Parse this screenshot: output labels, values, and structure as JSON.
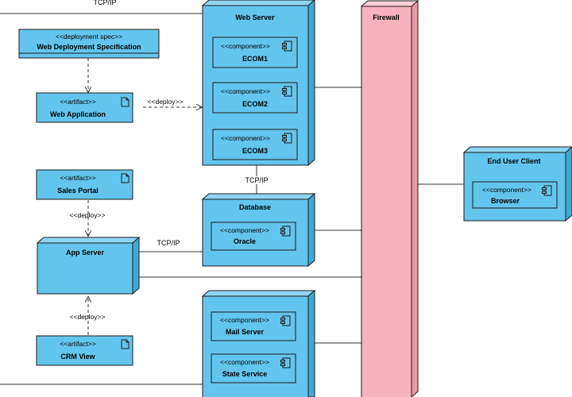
{
  "colors": {
    "node_fill": "#63c5ec",
    "node_top": "#8ed6f3",
    "node_side": "#3fa9d6",
    "firewall_fill": "#f7b3bd",
    "firewall_top": "#fbd0d6",
    "firewall_side": "#e89aa6",
    "stroke": "#1b1b1b",
    "line": "#333333"
  },
  "stereotypes": {
    "deployment_spec": "<<deployment spec>>",
    "artifact": "<<artifact>>",
    "component": "<<component>>",
    "deploy": "<<deploy>>"
  },
  "connections": {
    "top_left": "TCP/IP",
    "web_db": "TCP/IP",
    "app_db": "TCP/IP"
  },
  "nodes": {
    "web_server": {
      "title": "Web Server",
      "components": [
        "ECOM1",
        "ECOM2",
        "ECOM3"
      ]
    },
    "database": {
      "title": "Database",
      "components": [
        "Oracle"
      ]
    },
    "app_server": {
      "title": "App Server"
    },
    "mail_node": {
      "components": [
        "Mail Server",
        "State Service"
      ]
    },
    "firewall": {
      "title": "Firewall"
    },
    "end_user_client": {
      "title": "End User Client",
      "components": [
        "Browser"
      ]
    }
  },
  "artifacts": {
    "web_deployment_spec": "Web Deployment Specification",
    "web_application": "Web Application",
    "sales_portal": "Sales Portal",
    "crm_view": "CRM View"
  }
}
